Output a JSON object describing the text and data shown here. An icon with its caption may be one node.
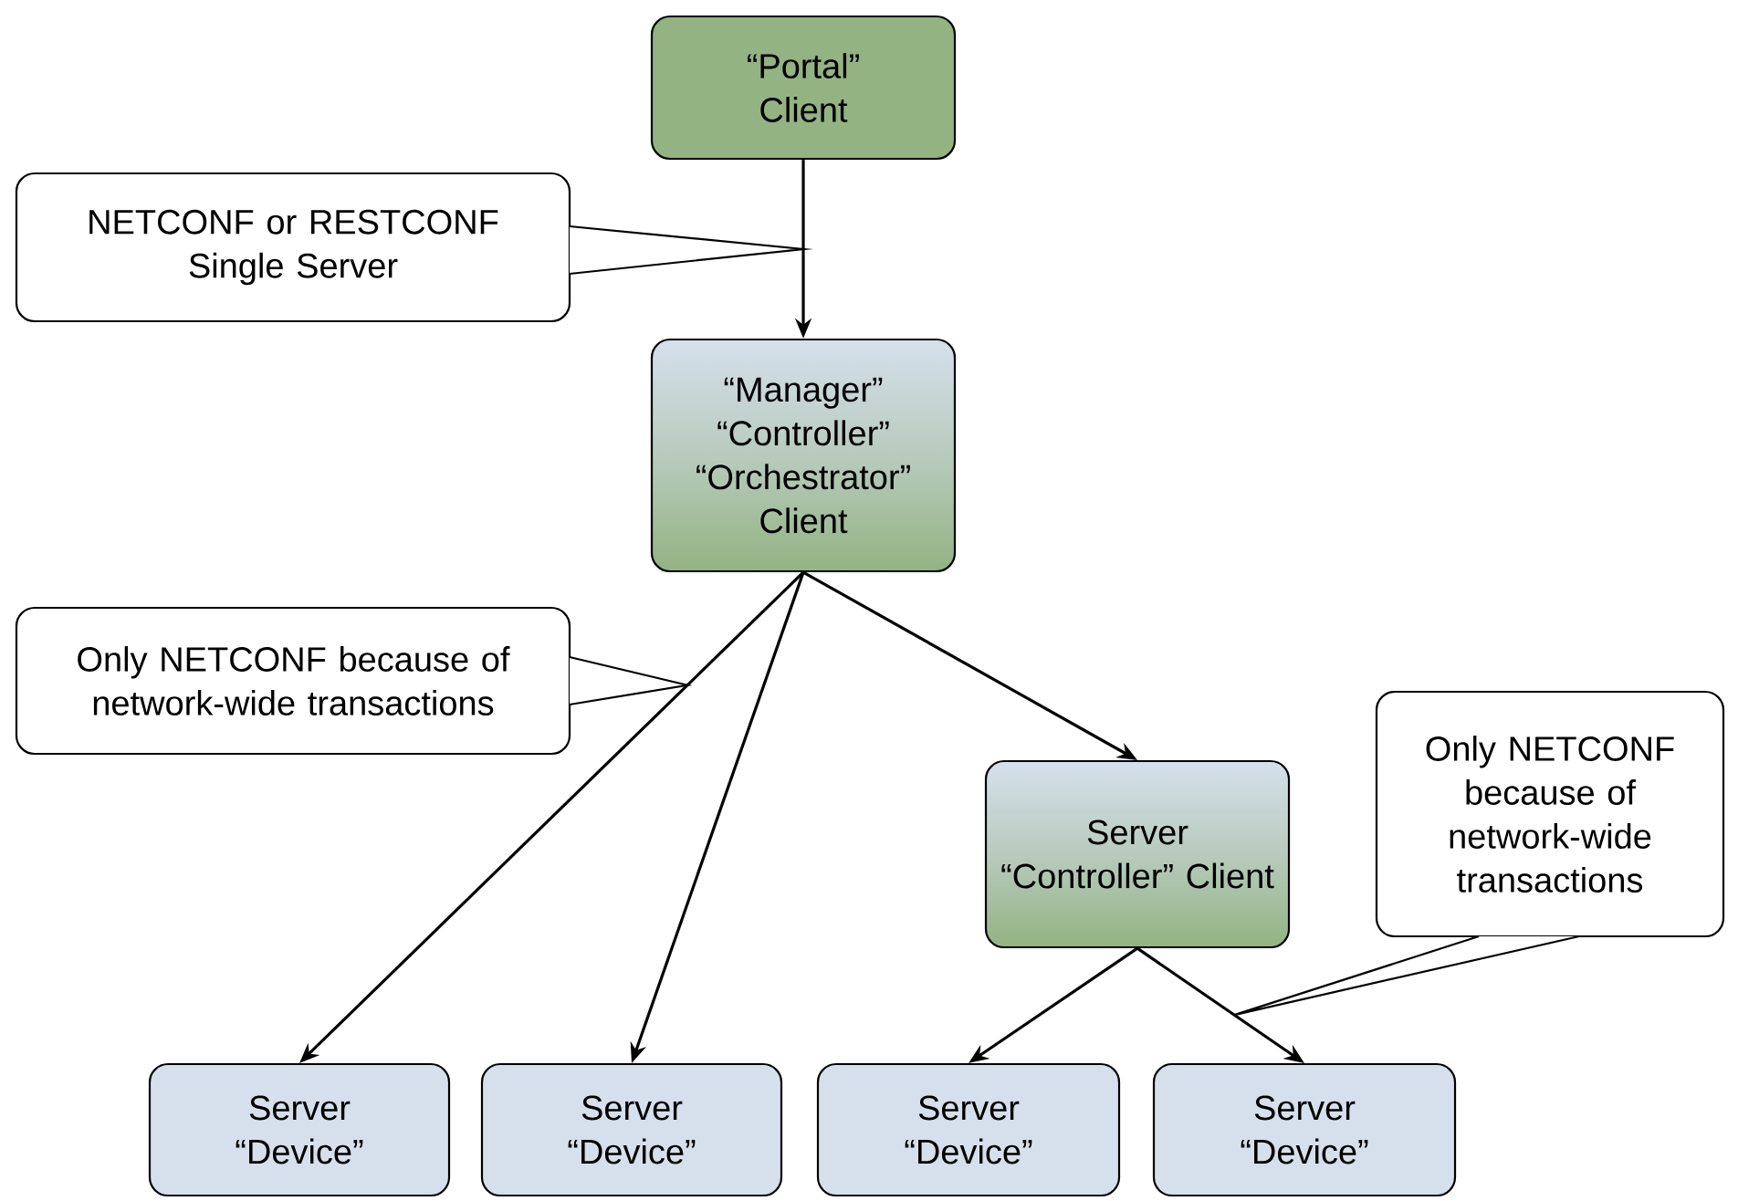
{
  "diagram": {
    "nodes": [
      {
        "text": [
          "“Portal” Client"
        ]
      },
      {
        "text": [
          "“Manager” “Controller” “Orchestrator” Client"
        ]
      },
      {
        "text": [
          "Server “Controller” Client"
        ]
      },
      {
        "text": [
          "Server “Device”"
        ]
      },
      {
        "text": [
          "Server “Device”"
        ]
      },
      {
        "text": [
          "Server “Device”"
        ]
      },
      {
        "text": [
          "Server “Device”"
        ]
      },
      {
        "text": [
          "NETCONF or RESTCONF Single Server"
        ]
      },
      {
        "text": [
          "Only NETCONF because of network-wide transactions"
        ]
      },
      {
        "text": [
          "Only NETCONF because of network-wide transactions"
        ]
      }
    ],
    "edges": [
      {
        "from": 0,
        "to": 1,
        "arrow": "to"
      },
      {
        "from": 1,
        "to": 3,
        "arrow": "to"
      },
      {
        "from": 1,
        "to": 4,
        "arrow": "to"
      },
      {
        "from": 1,
        "to": 2,
        "arrow": "to"
      },
      {
        "from": 2,
        "to": 5,
        "arrow": "to"
      },
      {
        "from": 2,
        "to": 6,
        "arrow": "to"
      }
    ]
  }
}
